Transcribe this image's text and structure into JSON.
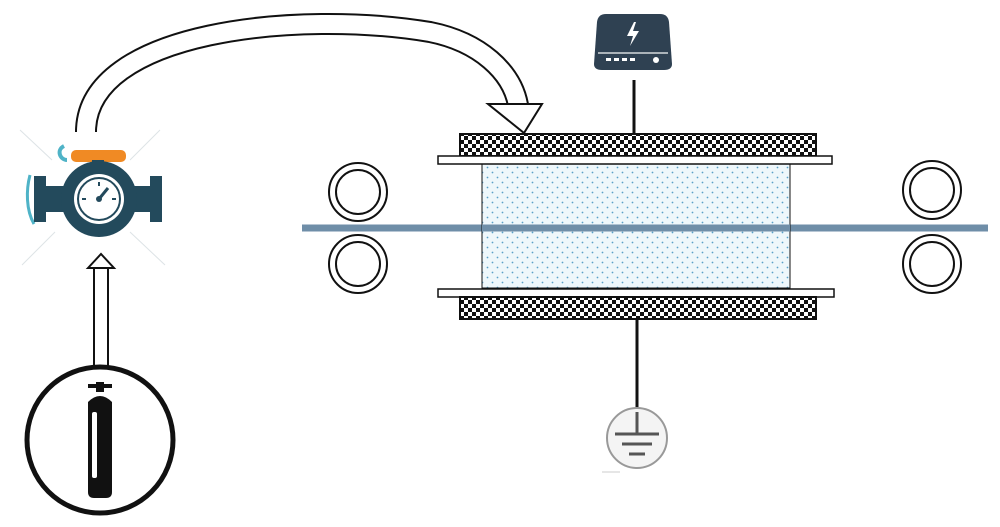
{
  "diagram": {
    "components": [
      {
        "id": "gas-cylinder",
        "icon": "gas-cylinder-icon"
      },
      {
        "id": "flow-valve",
        "icon": "valve-gauge-icon",
        "colors": {
          "body": "#234a5c",
          "handle": "#f08a24"
        }
      },
      {
        "id": "power-supply",
        "icon": "power-bank-icon",
        "color": "#2f4152"
      },
      {
        "id": "ground",
        "icon": "ground-icon"
      },
      {
        "id": "upper-electrode",
        "pattern": "checkerboard"
      },
      {
        "id": "lower-electrode",
        "pattern": "checkerboard"
      },
      {
        "id": "plasma-zone",
        "fill": "#e9f6fb",
        "dots": "#5aa0c8"
      },
      {
        "id": "substrate-film",
        "color": "#6f8ea8"
      },
      {
        "id": "rollers",
        "count": 4
      }
    ],
    "connections": [
      {
        "from": "gas-cylinder",
        "to": "flow-valve",
        "style": "hollow-arrow"
      },
      {
        "from": "flow-valve",
        "to": "upper-electrode",
        "style": "curved-hollow-arrow"
      },
      {
        "from": "power-supply",
        "to": "upper-electrode",
        "style": "line"
      },
      {
        "from": "lower-electrode",
        "to": "ground",
        "style": "line"
      }
    ]
  }
}
